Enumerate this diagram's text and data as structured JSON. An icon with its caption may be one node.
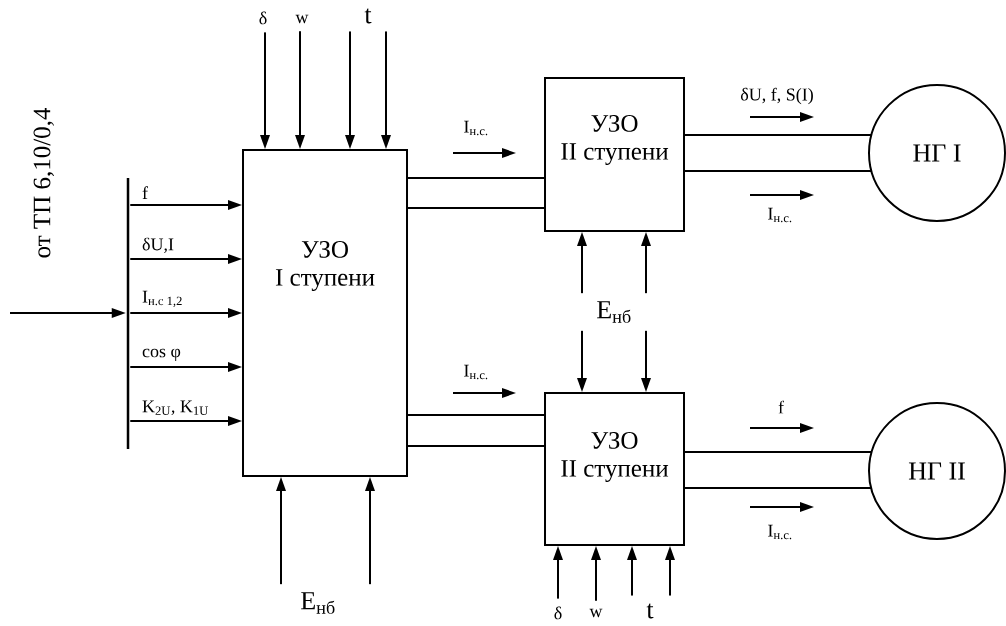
{
  "diagram": {
    "nodes": [
      {
        "text": [
          "δ"
        ]
      },
      {
        "text": [
          "w"
        ]
      },
      {
        "text": [
          "t"
        ]
      },
      {
        "text": [],
        "shape": "bar"
      },
      {
        "text": [
          "УЗО",
          "I ступени"
        ]
      },
      {
        "text": [
          "УЗО",
          "II ступени"
        ]
      },
      {
        "text": [
          "НГ I"
        ]
      },
      {
        "text": [
          "E$_{нб}$"
        ]
      },
      {
        "text": [
          "УЗО",
          "II ступени"
        ]
      },
      {
        "text": [
          "НГ II"
        ]
      },
      {
        "text": [
          "E$_{нб}$"
        ]
      },
      {
        "text": [
          "δ"
        ]
      },
      {
        "text": [
          "w"
        ]
      },
      {
        "text": [
          "t"
        ]
      }
    ],
    "edges": [
      {
        "from": null,
        "to": 3,
        "arrow": "to",
        "label": "от ТП 6,10/0,4"
      },
      {
        "from": 3,
        "to": 4,
        "arrow": "to",
        "label": "f"
      },
      {
        "from": 3,
        "to": 4,
        "arrow": "to",
        "label": "δU,I"
      },
      {
        "from": 3,
        "to": 4,
        "arrow": "to",
        "label": "I$_{н.с 1,2}$"
      },
      {
        "from": 3,
        "to": 4,
        "arrow": "to",
        "label": "cos φ"
      },
      {
        "from": 3,
        "to": 4,
        "arrow": "to",
        "label": "K$_{2U}$, K$_{1U}$"
      },
      {
        "from": 0,
        "to": 4,
        "arrow": "to"
      },
      {
        "from": 1,
        "to": 4,
        "arrow": "to"
      },
      {
        "from": 2,
        "to": 4,
        "arrow": "to"
      },
      {
        "from": 2,
        "to": 4,
        "arrow": "to"
      },
      {
        "from": 10,
        "to": 4,
        "arrow": "to"
      },
      {
        "from": 10,
        "to": 4,
        "arrow": "to"
      },
      {
        "from": 4,
        "to": 5,
        "arrow": "none"
      },
      {
        "from": 4,
        "to": 5,
        "arrow": "none"
      },
      {
        "from": 4,
        "to": 8,
        "arrow": "none"
      },
      {
        "from": 4,
        "to": 8,
        "arrow": "none"
      },
      {
        "from": 5,
        "to": 6,
        "arrow": "none"
      },
      {
        "from": 5,
        "to": 6,
        "arrow": "none"
      },
      {
        "from": 8,
        "to": 9,
        "arrow": "none"
      },
      {
        "from": 8,
        "to": 9,
        "arrow": "none"
      },
      {
        "from": 7,
        "to": 5,
        "arrow": "to"
      },
      {
        "from": 7,
        "to": 5,
        "arrow": "to"
      },
      {
        "from": 7,
        "to": 8,
        "arrow": "to"
      },
      {
        "from": 7,
        "to": 8,
        "arrow": "to"
      },
      {
        "from": 11,
        "to": 8,
        "arrow": "to"
      },
      {
        "from": 12,
        "to": 8,
        "arrow": "to"
      },
      {
        "from": 13,
        "to": 8,
        "arrow": "to"
      },
      {
        "from": 13,
        "to": 8,
        "arrow": "to"
      }
    ],
    "labels": [
      "I$_{н.с.}$",
      "δU, f, S(I)",
      "I$_{н.с.}$",
      "I$_{н.с.}$",
      "f",
      "I$_{н.с.}$"
    ]
  }
}
